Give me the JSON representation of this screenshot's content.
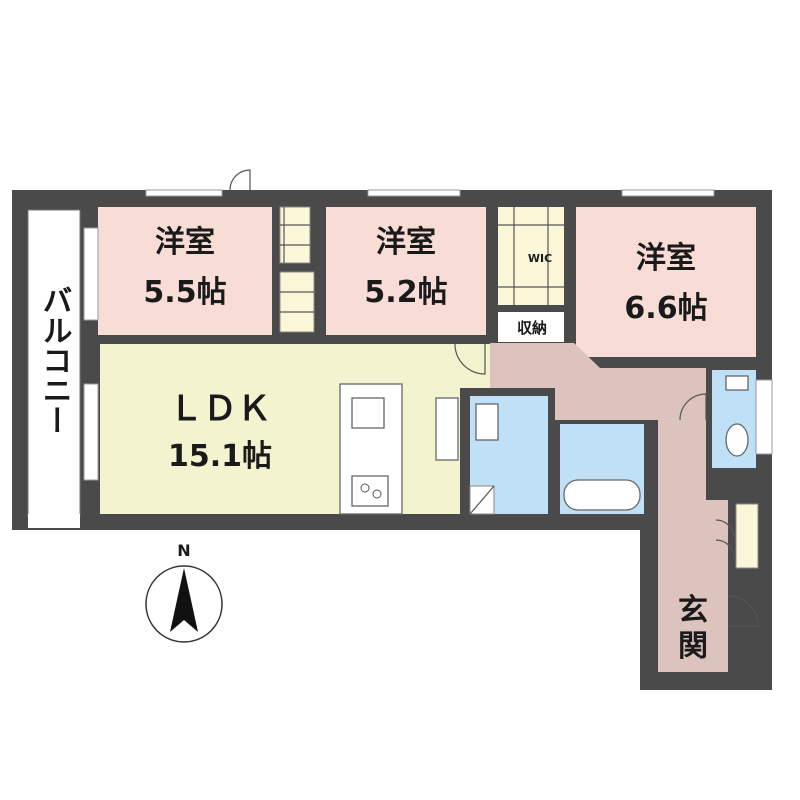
{
  "colors": {
    "wall": "#4a4a4a",
    "bedroom": "#f8ddd6",
    "ldk": "#f3f3cf",
    "corridor": "#dcc3bd",
    "wet": "#bfe0f6",
    "balcony": "#ffffff"
  },
  "rooms": {
    "bedroom1": {
      "name": "洋室",
      "size": "5.5帖"
    },
    "bedroom2": {
      "name": "洋室",
      "size": "5.2帖"
    },
    "bedroom3": {
      "name": "洋室",
      "size": "6.6帖"
    },
    "ldk": {
      "name": "ＬＤＫ",
      "size": "15.1帖"
    },
    "wic": {
      "name": "WIC"
    },
    "storage": {
      "name": "収納"
    },
    "entrance": {
      "name": "玄関"
    },
    "balcony": {
      "name": "バルコニー"
    }
  },
  "compass": {
    "label": "N",
    "icon": "north-arrow-icon"
  }
}
